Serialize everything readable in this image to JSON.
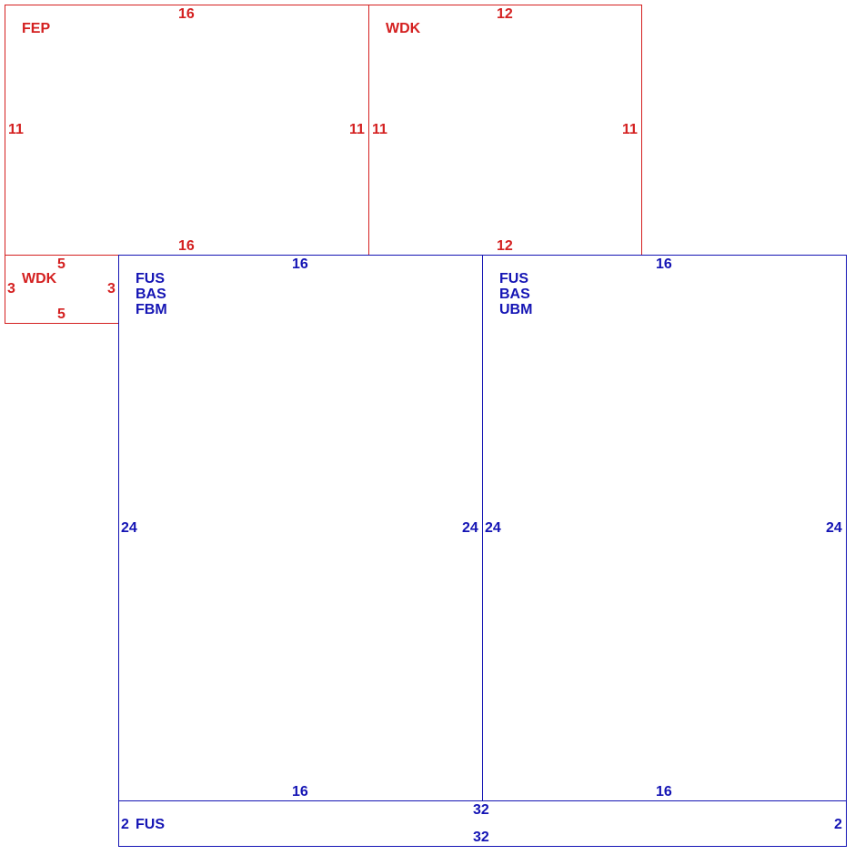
{
  "colors": {
    "red": "#d42020",
    "blue": "#1414b4"
  },
  "sections": [
    {
      "id": "fep",
      "codes": [
        "FEP"
      ],
      "top": "16",
      "bottom": "16",
      "left": "11",
      "right": "11"
    },
    {
      "id": "wdk_large",
      "codes": [
        "WDK"
      ],
      "top": "12",
      "bottom": "12",
      "left": "11",
      "right": "11"
    },
    {
      "id": "wdk_small",
      "codes": [
        "WDK"
      ],
      "top": "5",
      "bottom": "5",
      "left": "3",
      "right": "3"
    },
    {
      "id": "fus_fbm",
      "codes": [
        "FUS",
        "BAS",
        "FBM"
      ],
      "top": "16",
      "bottom": "16",
      "left": "24",
      "right": "24"
    },
    {
      "id": "fus_ubm",
      "codes": [
        "FUS",
        "BAS",
        "UBM"
      ],
      "top": "16",
      "bottom": "16",
      "left": "24",
      "right": "24"
    },
    {
      "id": "fus_strip",
      "codes": [
        "FUS"
      ],
      "top": "32",
      "bottom": "32",
      "left": "2",
      "right": "2"
    }
  ]
}
